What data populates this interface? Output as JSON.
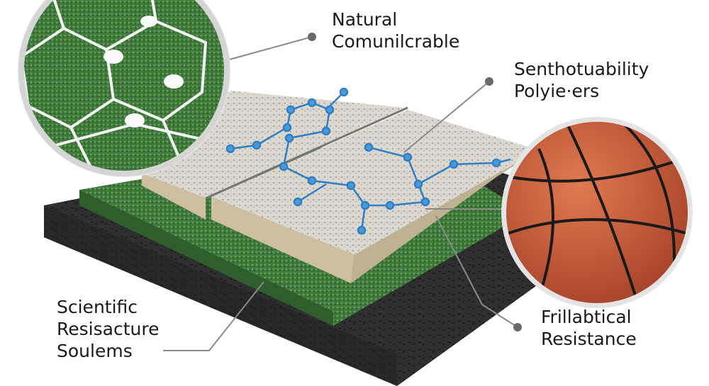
{
  "labels": {
    "top": [
      "Natural",
      "Comunilcrable"
    ],
    "right_top": [
      "Senthotuability",
      "Polyie·ers"
    ],
    "bottom_right": [
      "Frillabtical",
      "Resistance"
    ],
    "bottom_left": [
      "Scientific",
      "Resisacture",
      "Soulems"
    ]
  },
  "colors": {
    "base": "#2b2b2b",
    "turf": "#3f7a3c",
    "slab_top": "#dcd8d0",
    "slab_side": "#cdbf9f",
    "molecule": "#2f7fc4",
    "ball": "#c45a34",
    "leader": "#8a8a8a"
  }
}
